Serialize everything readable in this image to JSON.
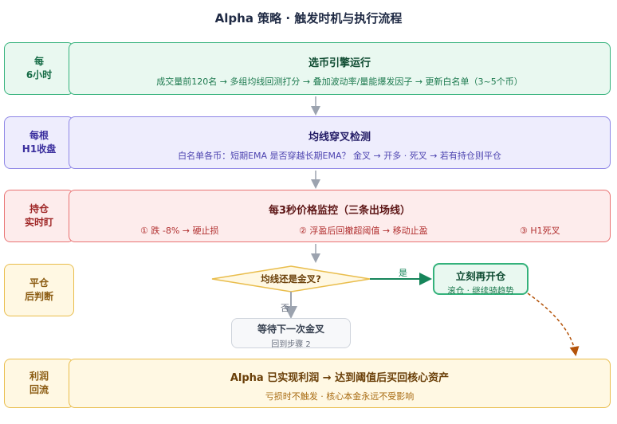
{
  "title": "Alpha 策略 · 触发时机与执行流程",
  "rows": [
    {
      "label": "每\n6小时",
      "heading": "选币引擎运行",
      "sub": "成交量前120名 → 多组均线回测打分 → 叠加波动率/量能爆发因子 → 更新白名单（3~5个币）"
    },
    {
      "label": "每根\nH1收盘",
      "heading": "均线穿叉检测",
      "sub": "白名单各币：短期EMA 是否穿越长期EMA？ 金叉 → 开多 · 死叉 → 若有持仓则平仓"
    },
    {
      "label": "持仓\n实时盯",
      "heading": "每3秒价格监控（三条出场线）",
      "exits": [
        "① 跌 -8% → 硬止损",
        "② 浮盈后回撤超阈值 → 移动止盈",
        "③ H1死叉"
      ]
    },
    {
      "label": "平仓\n后判断"
    },
    {
      "label": "利润\n回流",
      "heading": "Alpha 已实现利润 → 达到阈值后买回核心资产",
      "sub": "亏损时不触发 · 核心本金永远不受影响"
    }
  ],
  "decision": {
    "question": "均线还是金叉?",
    "yes": "是",
    "no": "否"
  },
  "reopen": {
    "heading": "立刻再开仓",
    "sub": "滚仓 · 继续骑趋势"
  },
  "wait": {
    "heading": "等待下一次金叉",
    "sub": "回到步骤 2"
  },
  "colors": {
    "green": "#34b27b",
    "purple": "#8e86e6",
    "red": "#e97373",
    "yellow": "#e9bd4c",
    "arrow_gray": "#9ca3af",
    "dash_brown": "#b45309"
  }
}
